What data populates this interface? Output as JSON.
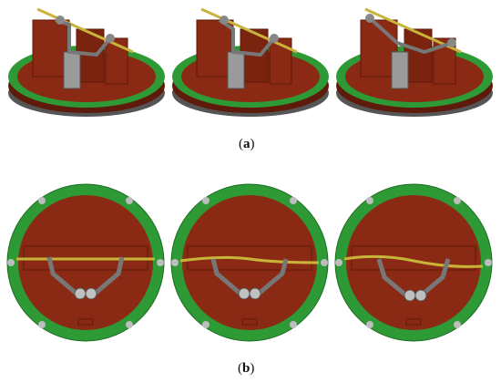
{
  "figure": {
    "caption_a": {
      "open": "(",
      "letter": "a",
      "close": ")"
    },
    "caption_b": {
      "open": "(",
      "letter": "b",
      "close": ")"
    },
    "row_a_views": 3,
    "row_b_views": 3
  },
  "colors": {
    "ring_green": "#2e9a35",
    "ring_dark": "#1d6b23",
    "plate_red": "#8b2a14",
    "plate_dark": "#5e1a0a",
    "metal": "#8d8d8d",
    "metal_dark": "#5c5c5c",
    "rod_yellow": "#c9b43a",
    "bolt": "#bdbdbd"
  }
}
